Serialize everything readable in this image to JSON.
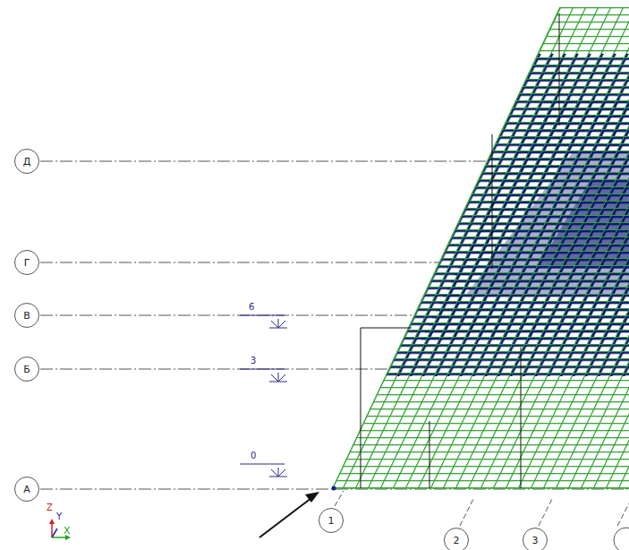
{
  "diagram": {
    "nodes": [
      {
        "text": [
          "Д"
        ]
      },
      {
        "text": [
          "Г"
        ]
      },
      {
        "text": [
          "В"
        ]
      },
      {
        "text": [
          "Б"
        ]
      },
      {
        "text": [
          "А"
        ]
      },
      {
        "text": [
          "1"
        ]
      },
      {
        "text": [
          "2"
        ]
      },
      {
        "text": [
          "3"
        ]
      }
    ],
    "labels": [
      "6",
      "3",
      "0",
      "Z",
      "Y",
      "X"
    ]
  }
}
